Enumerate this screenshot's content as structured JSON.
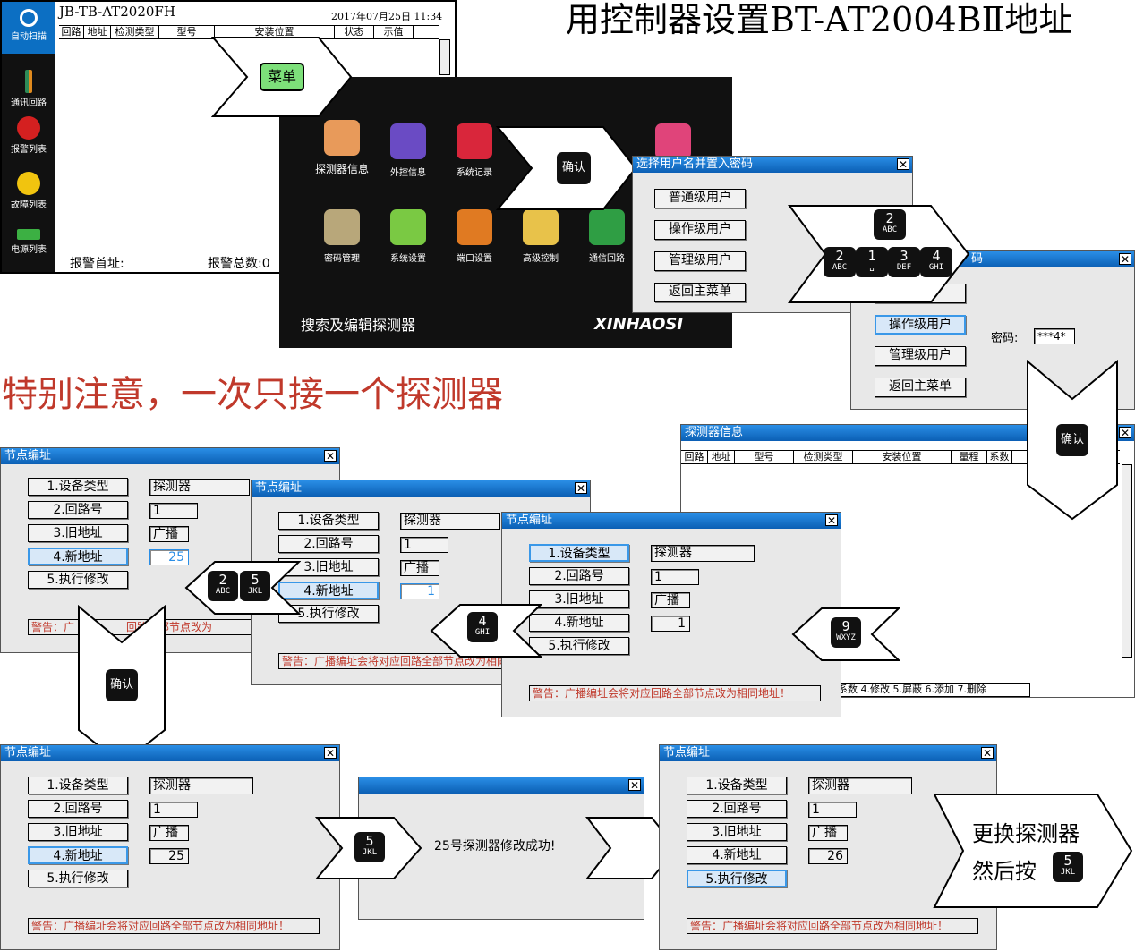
{
  "title": "用控制器设置BT-AT2004BⅡ地址",
  "notice": "特别注意，一次只接一个探测器",
  "main": {
    "model": "JB-TB-AT2020FH",
    "datetime": "2017年07月25日 11:34",
    "cols": [
      "回路",
      "地址",
      "检测类型",
      "型号",
      "安装位置",
      "状态",
      "示值"
    ],
    "alarm_first": "报警首址:",
    "alarm_total": "报警总数:0",
    "side": [
      "自动扫描",
      "通讯回路",
      "报警列表",
      "故障列表",
      "电源列表"
    ]
  },
  "menu": {
    "items": [
      "探测器信息",
      "外控信息",
      "系统记录",
      "密码管理",
      "系统设置",
      "端口设置",
      "高级控制",
      "通信回路"
    ],
    "footer": "搜索及编辑探测器",
    "brand": "XINHAOSI"
  },
  "arrows": {
    "menu": "菜单",
    "confirm": "确认"
  },
  "login": {
    "title": "选择用户名并置入密码",
    "users": [
      "普通级用户",
      "操作级用户",
      "管理级用户",
      "返回主菜单"
    ],
    "pwd_label": "密码:",
    "pwd_value": "***4*",
    "title2": "码"
  },
  "info": {
    "title": "探测器信息",
    "cols": [
      "回路",
      "地址",
      "型号",
      "检测类型",
      "安装位置",
      "量程",
      "系数"
    ],
    "footer": "系数 4.修改 5.屏蔽 6.添加 7.删除"
  },
  "node": {
    "title": "节点编址",
    "btns": [
      "1.设备类型",
      "2.回路号",
      "3.旧地址",
      "4.新地址",
      "5.执行修改"
    ],
    "type": "探测器",
    "loop": "1",
    "old": "广播",
    "warn": "警告：广播编址会将对应回路全部节点改为相同地址！",
    "warn_short": "警告：广",
    "warn_short2": "回路全部节点改为"
  },
  "states": {
    "a_new": "25",
    "b_new": "1",
    "c_new": "1",
    "d_new": "25",
    "e_new": "26"
  },
  "dialog": {
    "msg": "25号探测器修改成功!"
  },
  "final": {
    "line1": "更换探测器",
    "line2": "然后按"
  },
  "keys": {
    "k2": [
      "2",
      "ABC"
    ],
    "k5": [
      "5",
      "JKL"
    ],
    "k1": [
      "1",
      "␣"
    ],
    "k3": [
      "3",
      "DEF"
    ],
    "k4": [
      "4",
      "GHI"
    ],
    "k9": [
      "9",
      "WXYZ"
    ]
  }
}
